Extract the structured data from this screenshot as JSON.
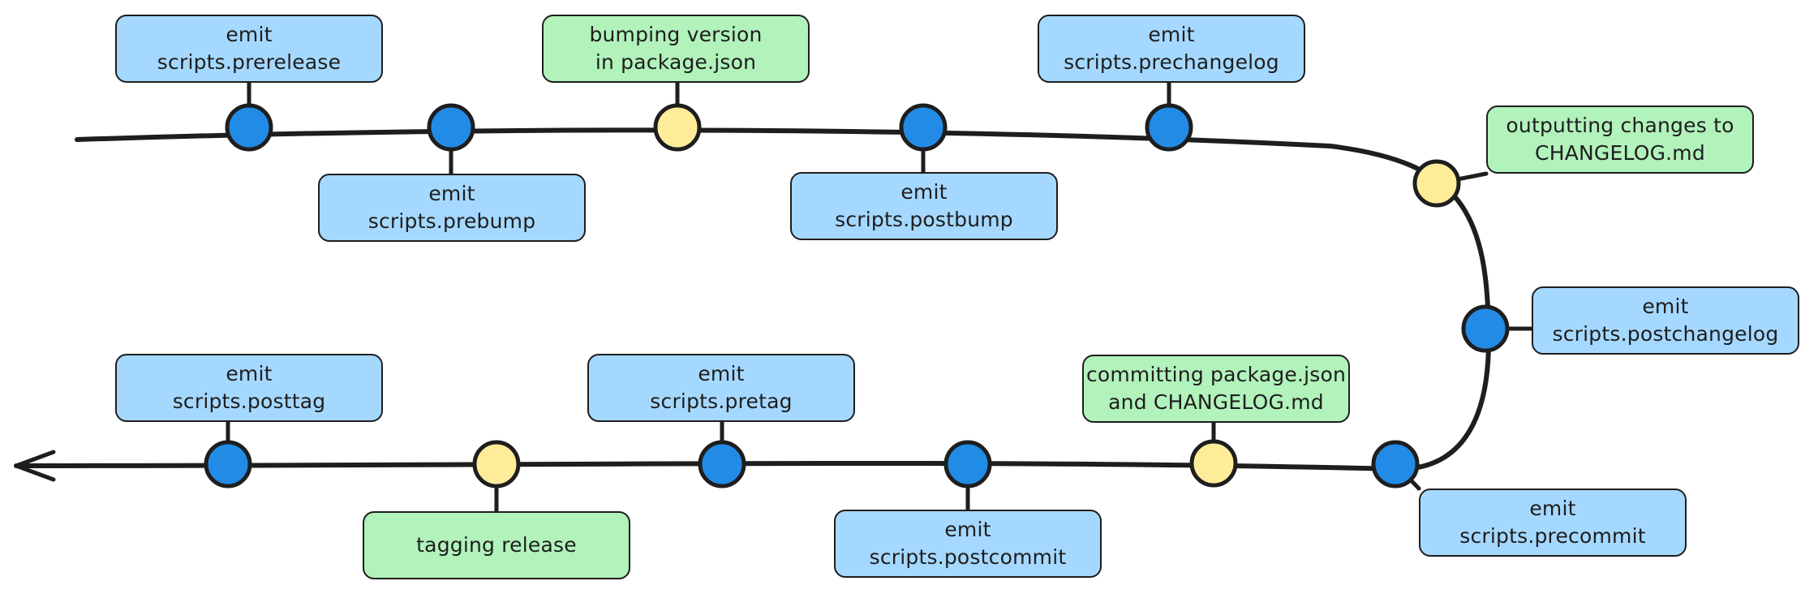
{
  "colors": {
    "event_node": "#228be6",
    "action_node": "#ffec99",
    "event_box": "#a5d8ff",
    "action_box": "#b2f2bb",
    "stroke": "#1e1e1e"
  },
  "steps": [
    {
      "kind": "event",
      "lines": [
        "emit",
        "scripts.prerelease"
      ]
    },
    {
      "kind": "event",
      "lines": [
        "emit",
        "scripts.prebump"
      ]
    },
    {
      "kind": "action",
      "lines": [
        "bumping version",
        "in package.json"
      ]
    },
    {
      "kind": "event",
      "lines": [
        "emit",
        "scripts.postbump"
      ]
    },
    {
      "kind": "event",
      "lines": [
        "emit",
        "scripts.prechangelog"
      ]
    },
    {
      "kind": "action",
      "lines": [
        "outputting changes to",
        "CHANGELOG.md"
      ]
    },
    {
      "kind": "event",
      "lines": [
        "emit",
        "scripts.postchangelog"
      ]
    },
    {
      "kind": "event",
      "lines": [
        "emit",
        "scripts.precommit"
      ]
    },
    {
      "kind": "action",
      "lines": [
        "committing package.json",
        "and CHANGELOG.md"
      ]
    },
    {
      "kind": "event",
      "lines": [
        "emit",
        "scripts.postcommit"
      ]
    },
    {
      "kind": "event",
      "lines": [
        "emit",
        "scripts.pretag"
      ]
    },
    {
      "kind": "action",
      "lines": [
        "tagging release"
      ]
    },
    {
      "kind": "event",
      "lines": [
        "emit",
        "scripts.posttag"
      ]
    }
  ]
}
